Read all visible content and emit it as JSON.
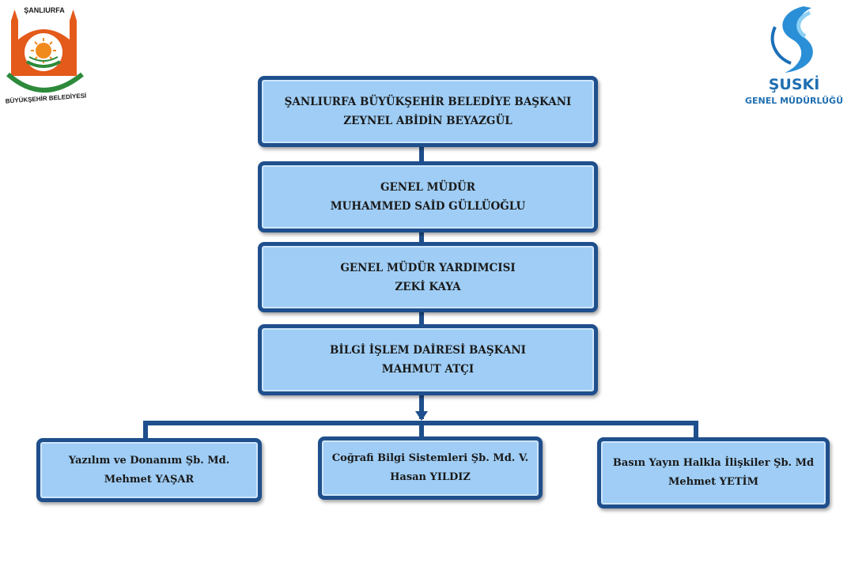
{
  "left_logo": {
    "top_text": "ŞANLIURFA",
    "arc_text": "BÜYÜKŞEHİR BELEDİYESİ"
  },
  "right_logo": {
    "name": "ŞUSKİ",
    "subtitle": "GENEL MÜDÜRLÜĞÜ"
  },
  "levels": [
    {
      "title": "ŞANLIURFA BÜYÜKŞEHİR BELEDİYE BAŞKANI",
      "name": "ZEYNEL ABİDİN BEYAZGÜL"
    },
    {
      "title": "GENEL MÜDÜR",
      "name": "MUHAMMED SAİD GÜLLÜOĞLU"
    },
    {
      "title": "GENEL MÜDÜR YARDIMCISI",
      "name": "ZEKİ KAYA"
    },
    {
      "title": "BİLGİ İŞLEM DAİRESİ BAŞKANI",
      "name": "MAHMUT ATÇI"
    }
  ],
  "branches": [
    {
      "title": "Yazılım ve Donanım Şb. Md.",
      "name": "Mehmet YAŞAR"
    },
    {
      "title": "Coğrafi Bilgi Sistemleri Şb. Md. V.",
      "name": "Hasan YILDIZ"
    },
    {
      "title": "Basın Yayın Halkla İlişkiler Şb. Md",
      "name": "Mehmet YETİM"
    }
  ]
}
